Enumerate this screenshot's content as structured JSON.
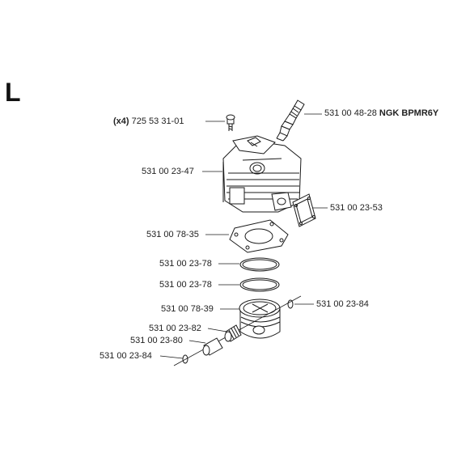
{
  "section_letter": "L",
  "parts": {
    "screw": {
      "qty": "(x4)",
      "number": "725 53 31-01"
    },
    "spark_plug": {
      "number": "531 00 48-28",
      "type": "NGK BPMR6Y"
    },
    "cylinder": {
      "number": "531 00 23-47"
    },
    "intake_flange": {
      "number": "531 00 23-53"
    },
    "cylinder_gasket": {
      "number": "531 00 78-35"
    },
    "piston_ring_upper": {
      "number": "531 00 23-78"
    },
    "piston_ring_lower": {
      "number": "531 00 23-78"
    },
    "piston": {
      "number": "531 00 78-39"
    },
    "circlip_right": {
      "number": "531 00 23-84"
    },
    "needle_bearing": {
      "number": "531 00 23-82"
    },
    "piston_pin": {
      "number": "531 00 23-80"
    },
    "circlip_left": {
      "number": "531 00 23-84"
    }
  }
}
